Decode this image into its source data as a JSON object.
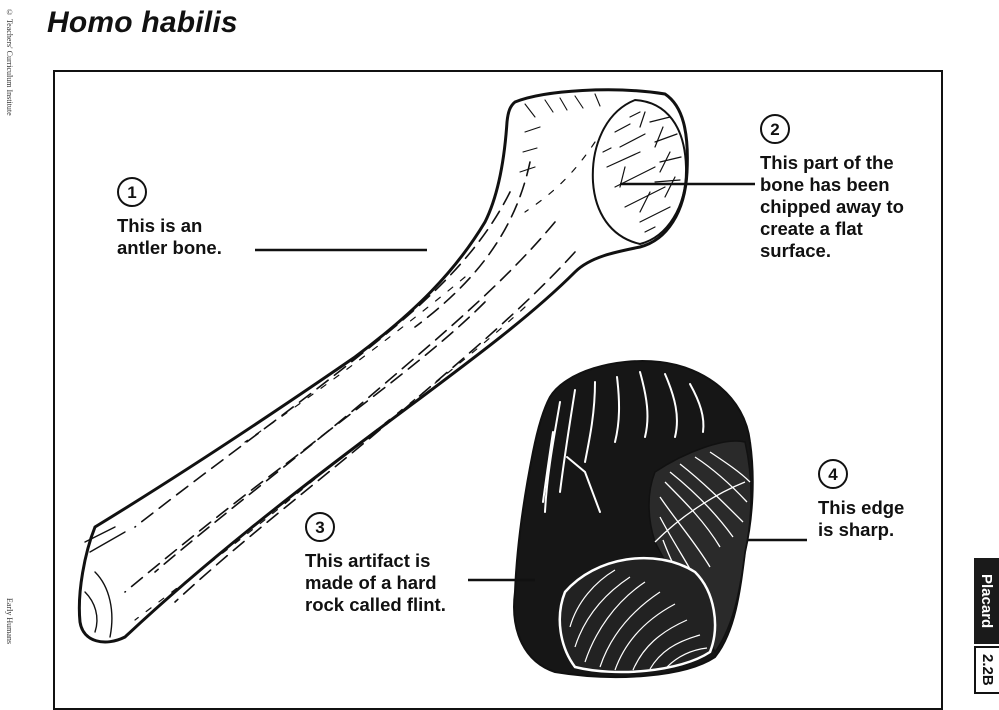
{
  "side": {
    "copyright": "© Teachers' Curriculum Institute",
    "book": "Early Humans"
  },
  "title": "Homo habilis",
  "callouts": [
    {
      "number": "1",
      "lines": [
        "This is an",
        "antler bone."
      ]
    },
    {
      "number": "2",
      "lines": [
        "This part of the",
        "bone has been",
        "chipped away to",
        "create a flat",
        "surface."
      ]
    },
    {
      "number": "3",
      "lines": [
        "This artifact is",
        "made of a hard",
        "rock called flint."
      ]
    },
    {
      "number": "4",
      "lines": [
        "This edge",
        "is sharp."
      ]
    }
  ],
  "tab": {
    "placard": "Placard",
    "code": "2.2B"
  },
  "colors": {
    "ink": "#111111",
    "paper": "#ffffff",
    "tab_dark": "#1a1a1a"
  },
  "icons": [
    "antler-bone-drawing",
    "flint-artifact-drawing"
  ]
}
